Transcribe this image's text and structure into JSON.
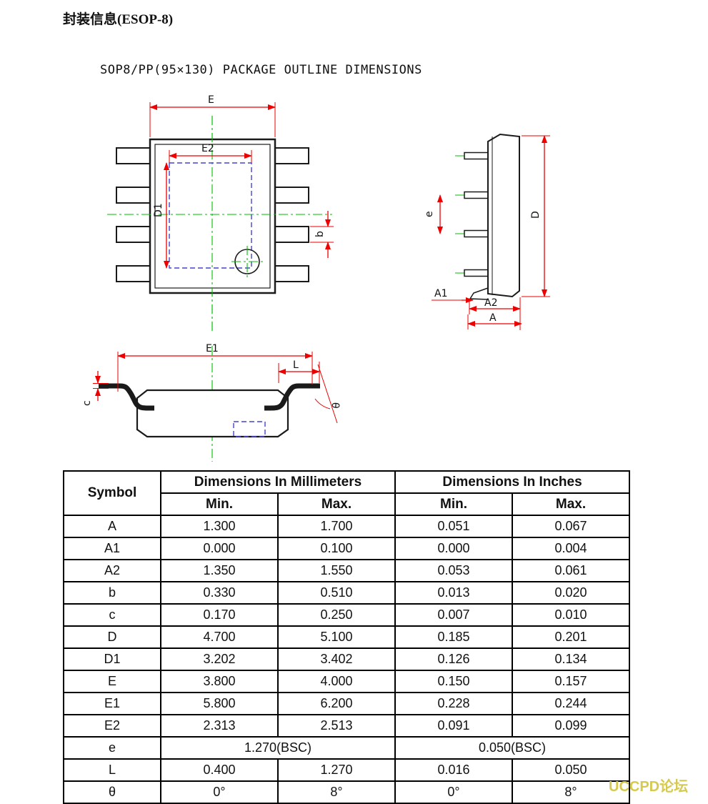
{
  "page": {
    "title": "封装信息(ESOP-8)",
    "subtitle": "SOP8/PP(95×130) PACKAGE OUTLINE DIMENSIONS",
    "watermark": "UCCPD论坛"
  },
  "drawing": {
    "labels": {
      "E": "E",
      "E2": "E2",
      "D1": "D1",
      "b": "b",
      "e": "e",
      "D": "D",
      "A1": "A1",
      "A2": "A2",
      "A": "A",
      "E1": "E1",
      "L": "L",
      "c": "c",
      "theta": "θ"
    },
    "colors": {
      "dimension": "#ee0000",
      "centerline": "#00c000",
      "hidden": "#4444cc",
      "outline": "#1a1a1a"
    }
  },
  "table": {
    "headers": {
      "symbol": "Symbol",
      "mm": "Dimensions In Millimeters",
      "inch": "Dimensions In Inches",
      "min_mm": "Min.",
      "max_mm": "Max.",
      "min_in": "Min.",
      "max_in": "Max."
    },
    "rows": [
      {
        "symbol": "A",
        "mm_min": "1.300",
        "mm_max": "1.700",
        "in_min": "0.051",
        "in_max": "0.067"
      },
      {
        "symbol": "A1",
        "mm_min": "0.000",
        "mm_max": "0.100",
        "in_min": "0.000",
        "in_max": "0.004"
      },
      {
        "symbol": "A2",
        "mm_min": "1.350",
        "mm_max": "1.550",
        "in_min": "0.053",
        "in_max": "0.061"
      },
      {
        "symbol": "b",
        "mm_min": "0.330",
        "mm_max": "0.510",
        "in_min": "0.013",
        "in_max": "0.020"
      },
      {
        "symbol": "c",
        "mm_min": "0.170",
        "mm_max": "0.250",
        "in_min": "0.007",
        "in_max": "0.010"
      },
      {
        "symbol": "D",
        "mm_min": "4.700",
        "mm_max": "5.100",
        "in_min": "0.185",
        "in_max": "0.201"
      },
      {
        "symbol": "D1",
        "mm_min": "3.202",
        "mm_max": "3.402",
        "in_min": "0.126",
        "in_max": "0.134"
      },
      {
        "symbol": "E",
        "mm_min": "3.800",
        "mm_max": "4.000",
        "in_min": "0.150",
        "in_max": "0.157"
      },
      {
        "symbol": "E1",
        "mm_min": "5.800",
        "mm_max": "6.200",
        "in_min": "0.228",
        "in_max": "0.244"
      },
      {
        "symbol": "E2",
        "mm_min": "2.313",
        "mm_max": "2.513",
        "in_min": "0.091",
        "in_max": "0.099"
      },
      {
        "symbol": "e",
        "mm_span": "1.270(BSC)",
        "in_span": "0.050(BSC)"
      },
      {
        "symbol": "L",
        "mm_min": "0.400",
        "mm_max": "1.270",
        "in_min": "0.016",
        "in_max": "0.050"
      },
      {
        "symbol": "θ",
        "mm_min": "0°",
        "mm_max": "8°",
        "in_min": "0°",
        "in_max": "8°"
      }
    ]
  }
}
